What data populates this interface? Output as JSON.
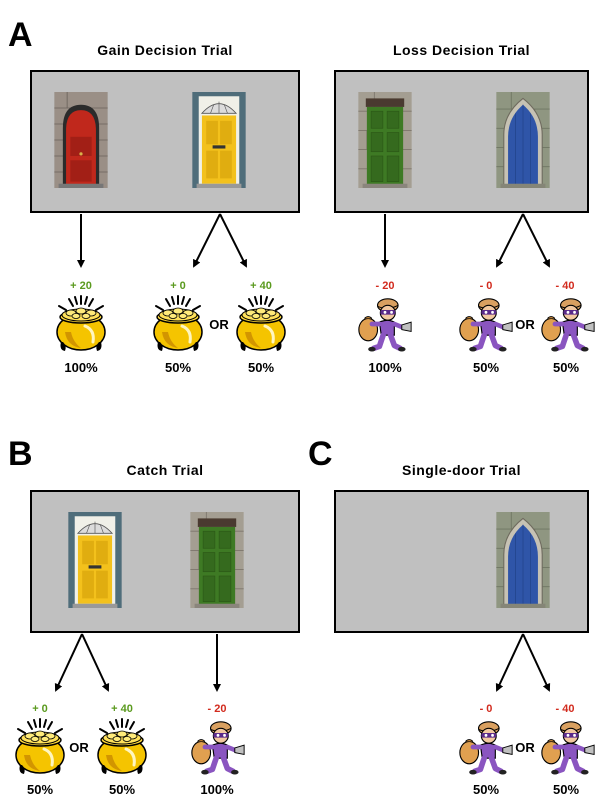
{
  "colors": {
    "gain": "#5a9a1e",
    "loss": "#d22b1e",
    "screen": "#c0c0c0",
    "gold": "#f5c400",
    "robber": "#8a55c0"
  },
  "icons": {
    "gain": "pot-of-gold-icon",
    "loss": "robber-with-sack-icon"
  },
  "panels": {
    "A": {
      "letter": "A",
      "gain": {
        "title": "Gain Decision Trial",
        "outcomes": {
          "left_amount": "+ 20",
          "left_pct": "100%",
          "mid_amount": "+ 0",
          "mid_pct": "50%",
          "right_amount": "+ 40",
          "right_pct": "50%",
          "or": "OR"
        }
      },
      "loss": {
        "title": "Loss Decision Trial",
        "outcomes": {
          "left_amount": "- 20",
          "left_pct": "100%",
          "mid_amount": "- 0",
          "mid_pct": "50%",
          "right_amount": "- 40",
          "right_pct": "50%",
          "or": "OR"
        }
      }
    },
    "B": {
      "letter": "B",
      "title": "Catch Trial",
      "outcomes": {
        "mid_amount": "+ 0",
        "mid_pct": "50%",
        "right_amount": "+ 40",
        "right_pct": "50%",
        "or": "OR",
        "loss_amount": "- 20",
        "loss_pct": "100%"
      }
    },
    "C": {
      "letter": "C",
      "title": "Single-door Trial",
      "outcomes": {
        "mid_amount": "- 0",
        "mid_pct": "50%",
        "right_amount": "- 40",
        "right_pct": "50%",
        "or": "OR"
      }
    }
  }
}
